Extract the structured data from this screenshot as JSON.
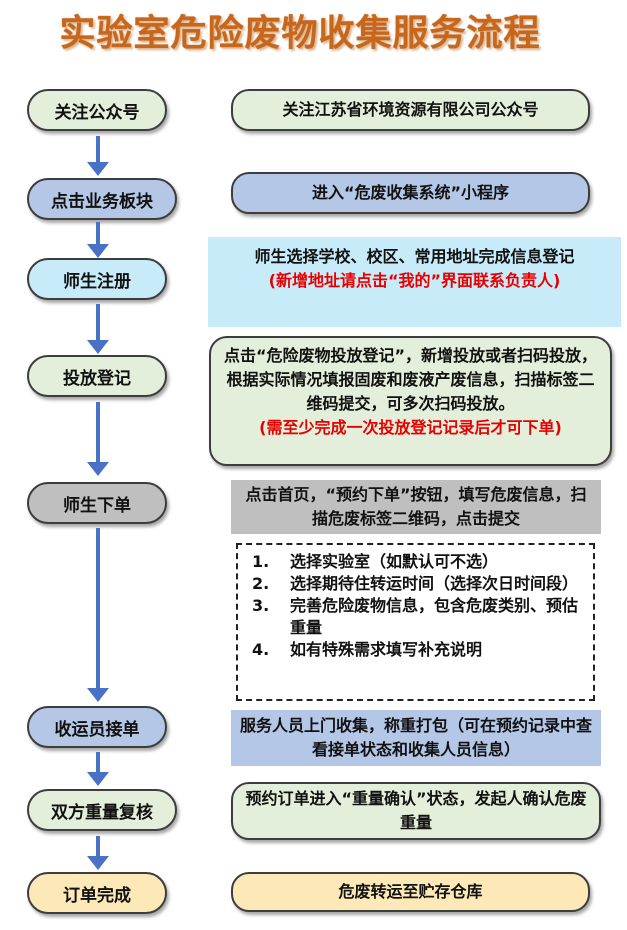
{
  "title": "实验室危险废物收集服务流程",
  "steps": [
    {
      "label": "关注公众号",
      "description": "关注江苏省环境资源有限公司公众号"
    },
    {
      "label": "点击业务板块",
      "description": "进入“危废收集系统”小程序"
    },
    {
      "label": "师生注册",
      "description": "师生选择学校、校区、常用地址完成信息登记",
      "note": "(新增地址请点击“我的”界面联系负责人)"
    },
    {
      "label": "投放登记",
      "description": "点击“危险废物投放登记”，新增投放或者扫码投放，根据实际情况填报固废和废液产废信息，扫描标签二维码提交，可多次扫码投放。",
      "note": "(需至少完成一次投放登记记录后才可下单)"
    },
    {
      "label": "师生下单",
      "description": "点击首页，“预约下单”按钮，填写危废信息，扫描危废标签二维码，点击提交"
    },
    {
      "label": "收运员接单",
      "description": "服务人员上门收集，称重打包（可在预约记录中查看接单状态和收集人员信息）"
    },
    {
      "label": "双方重量复核",
      "description": "预约订单进入“重量确认”状态，发起人确认危废重量"
    },
    {
      "label": "订单完成",
      "description": "危废转运至贮存仓库"
    }
  ],
  "order_notes": [
    {
      "num": "1.",
      "text": "选择实验室（如默认可不选）"
    },
    {
      "num": "2.",
      "text": "选择期待住转运时间（选择次日时间段）"
    },
    {
      "num": "3.",
      "text": "完善危险废物信息，包含危废类别、预估重量"
    },
    {
      "num": "4.",
      "text": "如有特殊需求填写补充说明"
    }
  ],
  "colors": {
    "title": "#c8661a",
    "arrow": "#4a72c4",
    "green_fill": "#e3efda",
    "blue_fill": "#b4c7e7",
    "light_blue_fill": "#c8ebfa",
    "gray_fill": "#bfbfbf",
    "cream_fill": "#fde9b8",
    "note_red": "#e60000"
  }
}
